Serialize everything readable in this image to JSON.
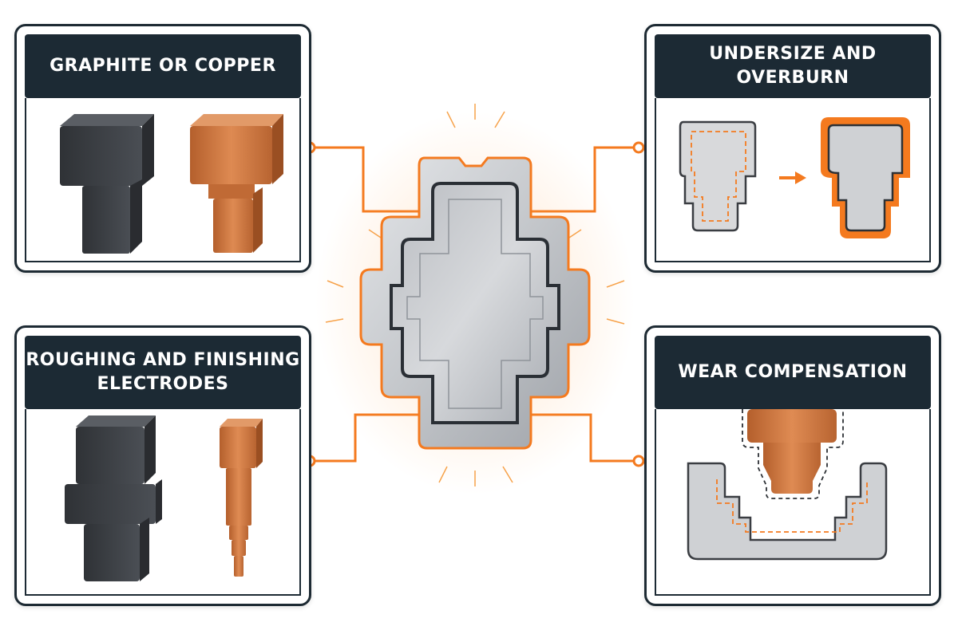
{
  "panels": {
    "top_left": {
      "title": "GRAPHITE OR COPPER"
    },
    "top_right": {
      "title": "UNDERSIZE AND OVERBURN"
    },
    "bottom_left": {
      "title_line1": "ROUGHING AND FINISHING",
      "title_line2": "ELECTRODES"
    },
    "bottom_right": {
      "title": "WEAR COMPENSATION"
    }
  },
  "colors": {
    "header_bg": "#1c2a34",
    "accent_orange": "#f47a1f",
    "graphite": "#3a3d42",
    "copper": "#c8733d",
    "steel": "#c9cbcf"
  },
  "icons": {
    "center": "edm-cavity-icon",
    "arrow": "arrow-right-icon"
  }
}
